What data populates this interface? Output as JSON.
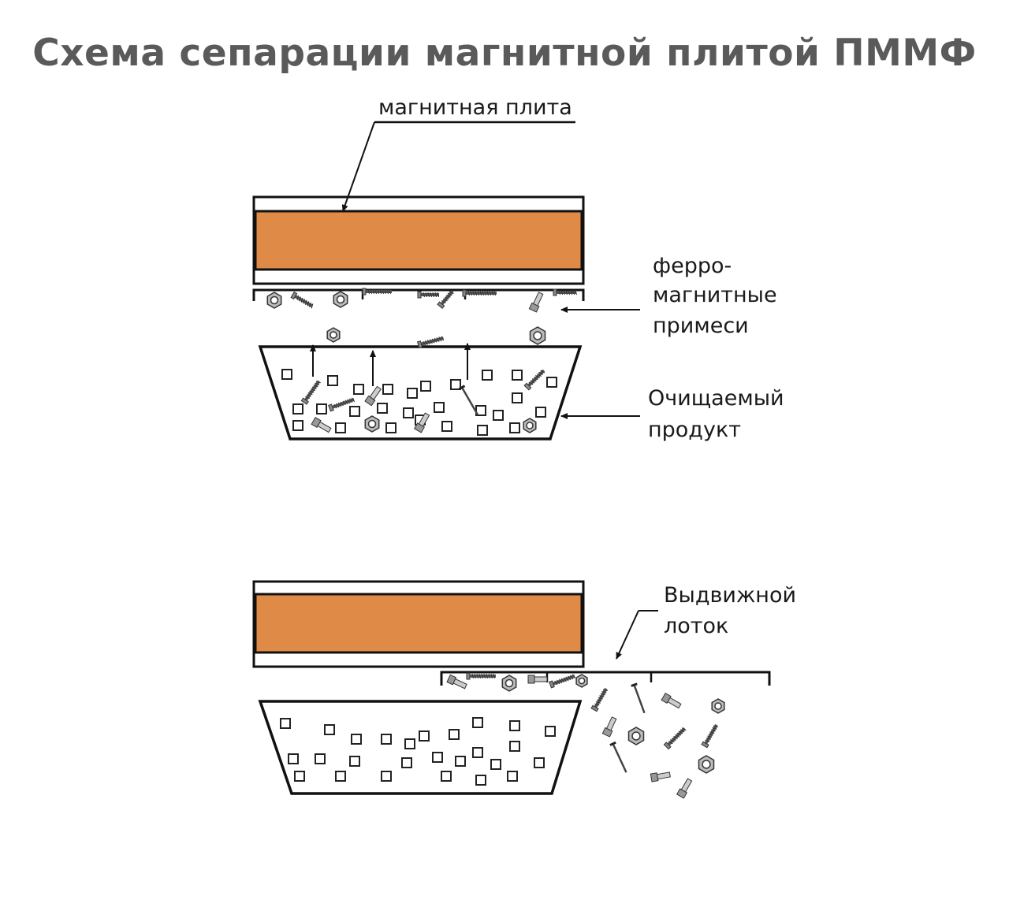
{
  "title": "Схема сепарации магнитной плитой ПММФ",
  "labels": {
    "magnetic_plate": "магнитная плита",
    "ferro_line1": "ферро-",
    "ferro_line2": "магнитные",
    "ferro_line3": "примеси",
    "product_line1": "Очищаемый",
    "product_line2": "продукт",
    "tray_line1": "Выдвижной",
    "tray_line2": "лоток"
  },
  "colors": {
    "magnet": "#e08a48",
    "stroke": "#111111",
    "title": "#5a5a5a"
  },
  "icons": {
    "particle": "square-outline-icon",
    "nut": "hex-nut-icon",
    "screw": "screw-icon",
    "bolt": "bolt-icon",
    "nail": "nail-icon"
  }
}
